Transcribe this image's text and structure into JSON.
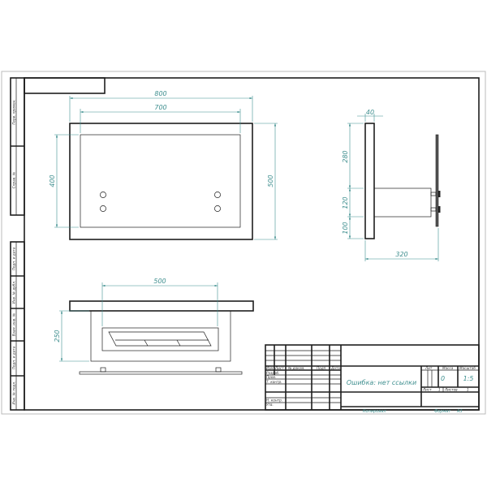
{
  "drawing": {
    "colors": {
      "line": "#1e1e1e",
      "dimension": "#3f8f8f"
    },
    "dimensions": {
      "front_width_outer": "800",
      "front_width_inner": "700",
      "front_height_inner": "400",
      "front_height_outer": "500",
      "side_thickness": "40",
      "side_upper": "280",
      "side_middle": "120",
      "side_lower": "100",
      "side_depth": "320",
      "top_width": "500",
      "top_height": "250"
    },
    "left_strip": [
      "Перв. примен.",
      "Справ. №",
      "Подп. и дата",
      "Инв. № дубл.",
      "Взам. инв. №",
      "Подп. и дата",
      "Инв. № подл."
    ],
    "title_block": {
      "headers": [
        "Изм",
        "Лист",
        "№ докум.",
        "Подп.",
        "Дата"
      ],
      "roles": [
        "Разраб.",
        "Пров.",
        "Т. контр.",
        "Н. контр.",
        "Утв."
      ],
      "title": "Ошибка: нет ссылки",
      "lit_label": "Лит",
      "mass_label": "Масса",
      "scale_label": "Масштаб",
      "mass_value": "0",
      "scale_value": "1:5",
      "sheet_label": "Лист",
      "sheet_value": "1",
      "sheets_label": "Листов",
      "sheets_value": "1",
      "copied": "Копировал",
      "format_label": "Формат",
      "format_value": "A3"
    }
  }
}
